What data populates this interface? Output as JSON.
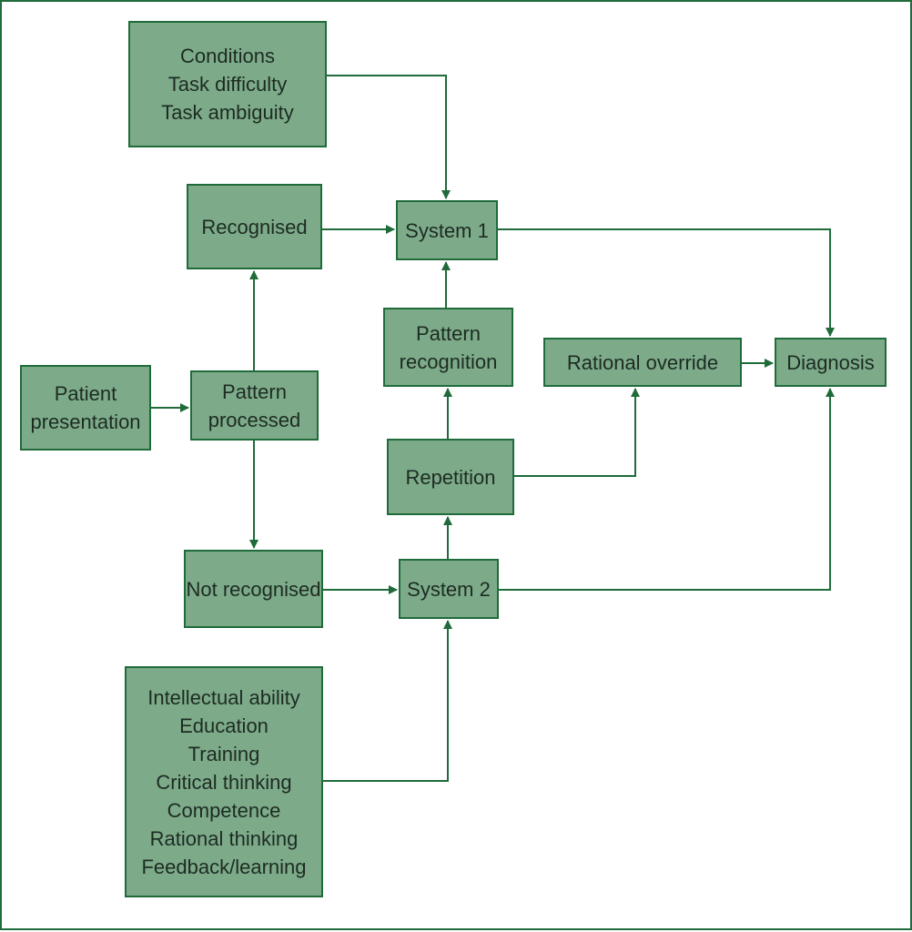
{
  "nodes": {
    "conditions": {
      "lines": [
        "Conditions",
        "Task difficulty",
        "Task ambiguity"
      ]
    },
    "recognised": {
      "lines": [
        "Recognised"
      ]
    },
    "system1": {
      "lines": [
        "System 1"
      ]
    },
    "pattern_recognition": {
      "lines": [
        "Pattern",
        "recognition"
      ]
    },
    "rational_override": {
      "lines": [
        "Rational override"
      ]
    },
    "diagnosis": {
      "lines": [
        "Diagnosis"
      ]
    },
    "patient_presentation": {
      "lines": [
        "Patient",
        "presentation"
      ]
    },
    "pattern_processed": {
      "lines": [
        "Pattern",
        "processed"
      ]
    },
    "repetition": {
      "lines": [
        "Repetition"
      ]
    },
    "not_recognised": {
      "lines": [
        "Not recognised"
      ]
    },
    "system2": {
      "lines": [
        "System 2"
      ]
    },
    "factors": {
      "lines": [
        "Intellectual ability",
        "Education",
        "Training",
        "Critical thinking",
        "Competence",
        "Rational thinking",
        "Feedback/learning"
      ]
    }
  },
  "colors": {
    "node_fill": "#7dab8a",
    "node_border": "#1f6b3a",
    "connector": "#1f6b3a",
    "text": "#1d2b22"
  }
}
